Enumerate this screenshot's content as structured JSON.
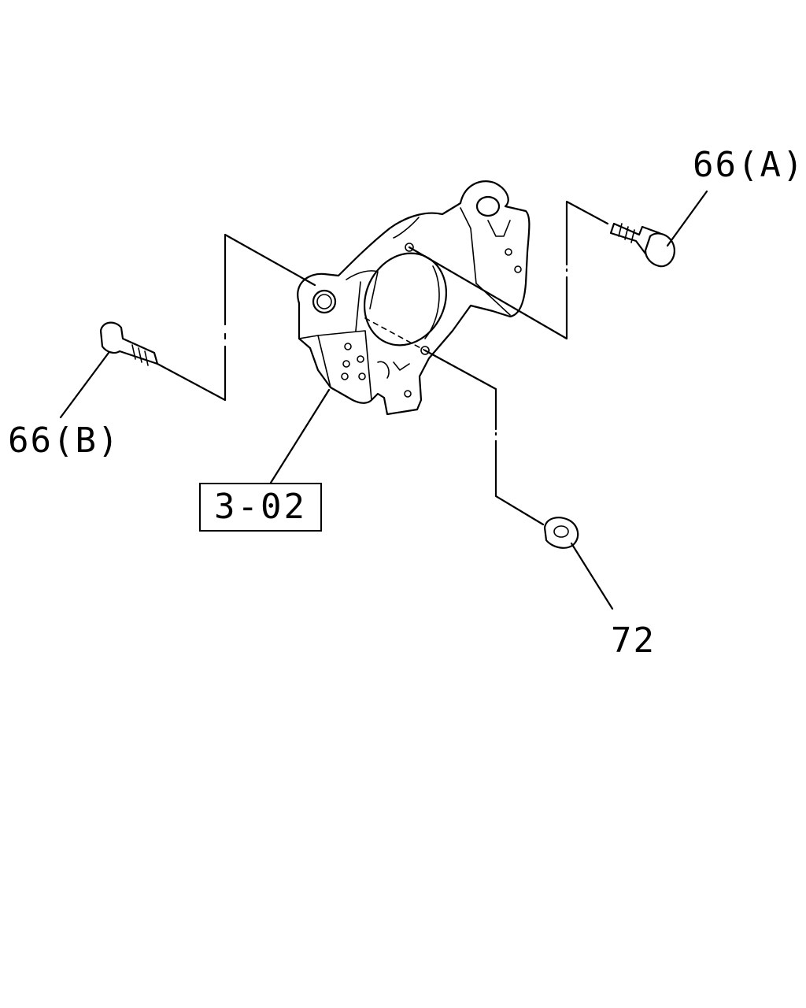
{
  "callouts": {
    "bolt_a": "66(A)",
    "bolt_b": "66(B)",
    "bracket_ref": "3-02",
    "nut": "72"
  }
}
